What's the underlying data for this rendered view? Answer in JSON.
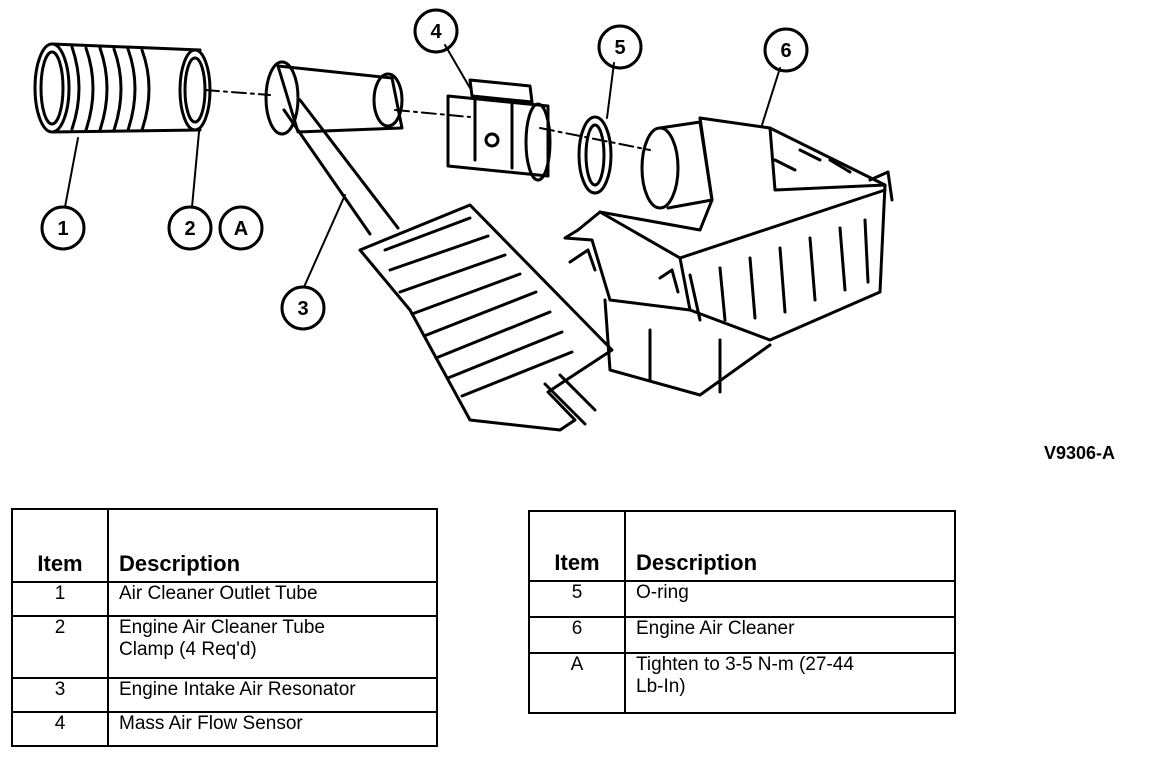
{
  "figure_code": "V9306-A",
  "callouts": [
    "1",
    "2",
    "A",
    "3",
    "4",
    "5",
    "6"
  ],
  "legend_left": {
    "headers": {
      "item": "Item",
      "description": "Description"
    },
    "rows": [
      {
        "item": "1",
        "description": "Air Cleaner Outlet Tube"
      },
      {
        "item": "2",
        "description": "Engine Air Cleaner Tube\nClamp (4 Req'd)"
      },
      {
        "item": "3",
        "description": "Engine Intake Air Resonator"
      },
      {
        "item": "4",
        "description": "Mass Air Flow Sensor"
      }
    ]
  },
  "legend_right": {
    "headers": {
      "item": "Item",
      "description": "Description"
    },
    "rows": [
      {
        "item": "5",
        "description": "O-ring"
      },
      {
        "item": "6",
        "description": "Engine Air Cleaner"
      },
      {
        "item": "A",
        "description": "Tighten to 3-5 N-m (27-44\nLb-In)"
      }
    ]
  }
}
